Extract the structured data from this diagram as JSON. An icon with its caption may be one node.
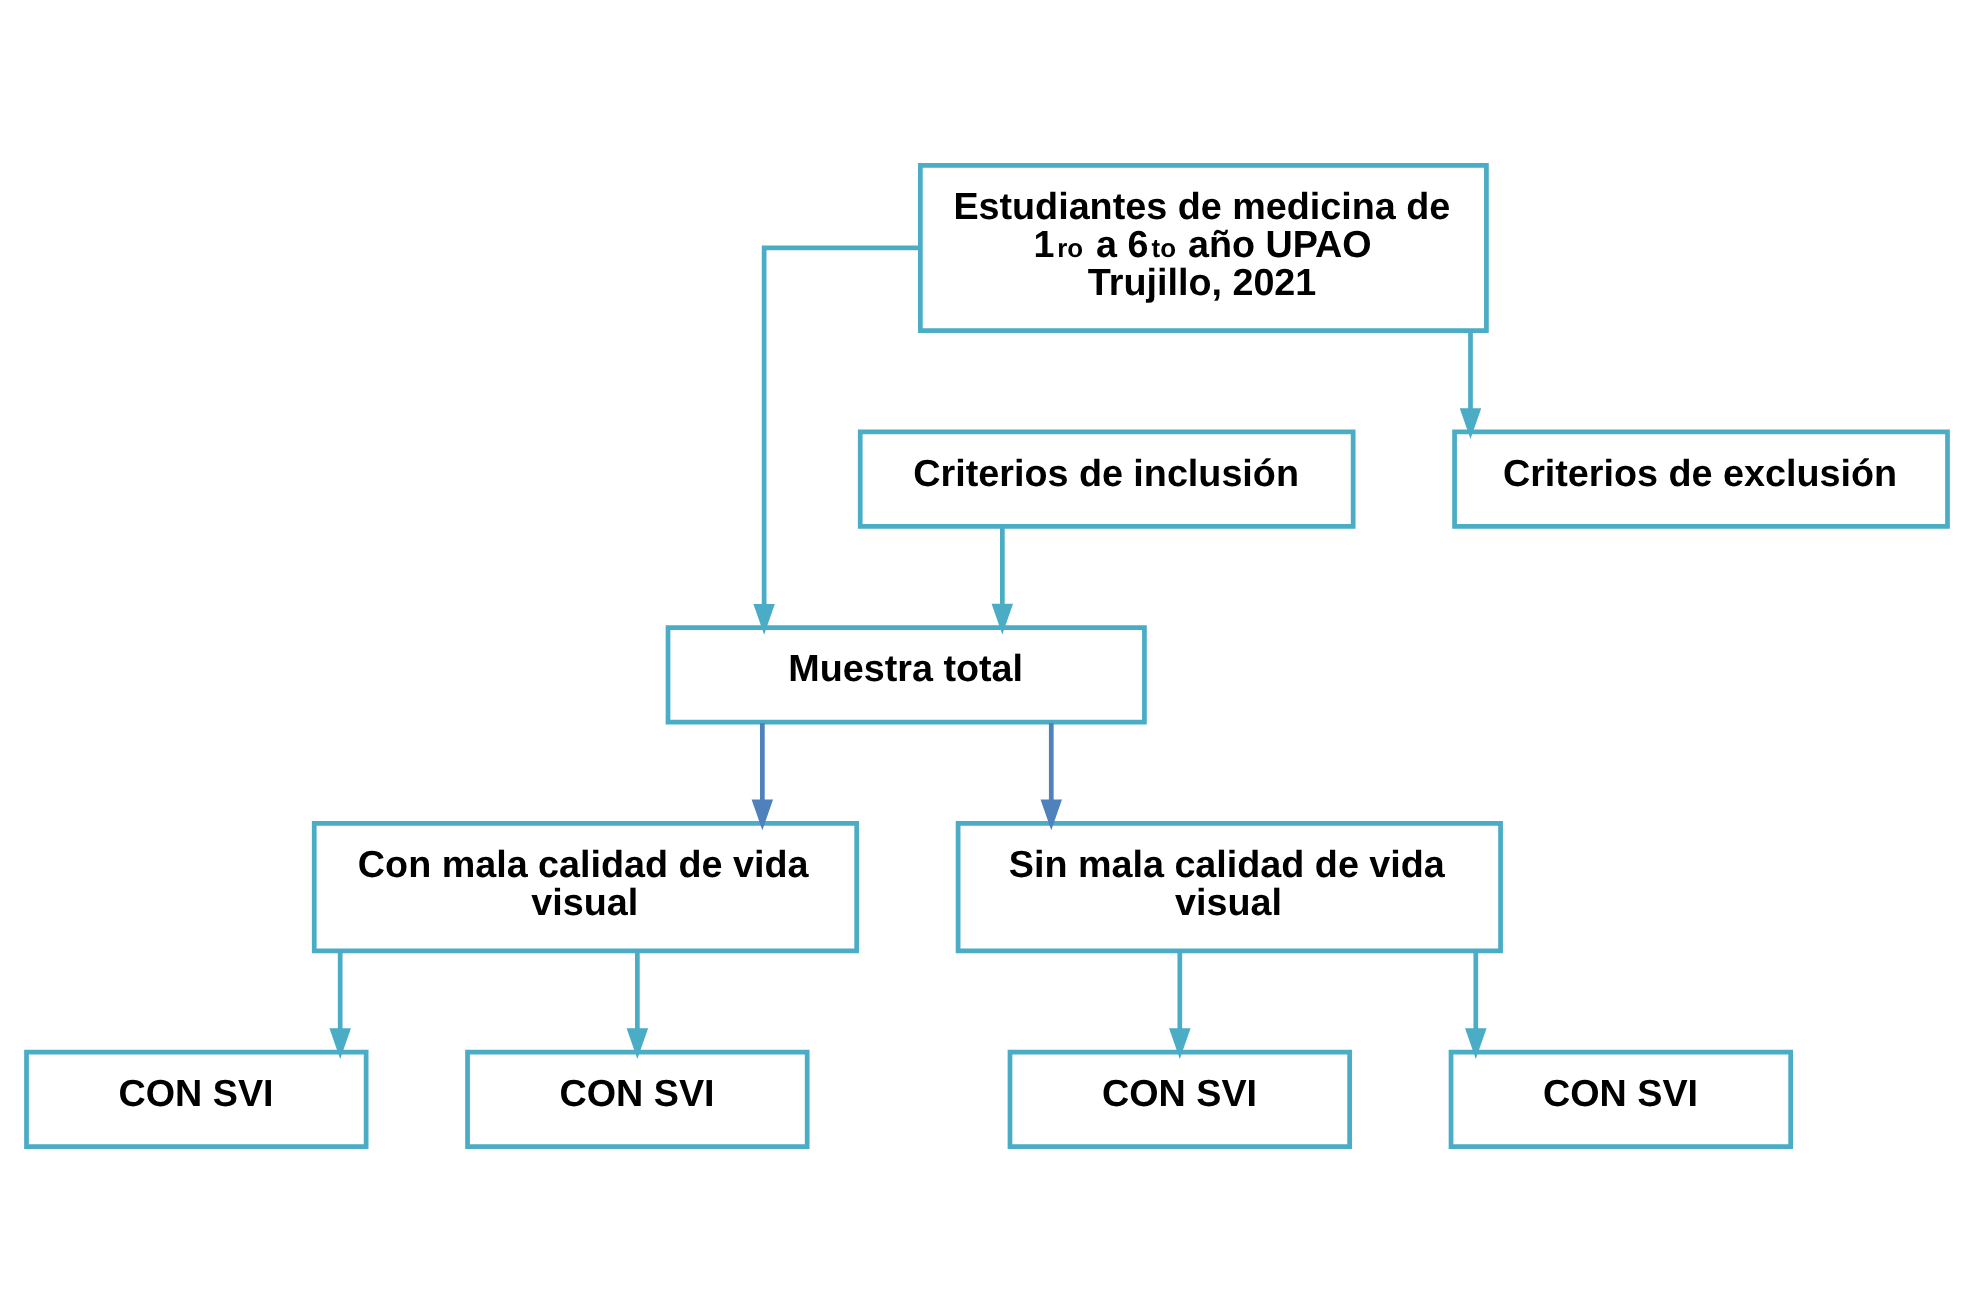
{
  "diagram": {
    "nodes": [
      {
        "text": [
          "Estudiantes de medicina de 1$^{ro}$ a 6$^{to}$ año UPAO Trujillo, 2021"
        ]
      },
      {
        "text": [
          "Criterios de inclusión"
        ]
      },
      {
        "text": [
          "Criterios de exclusión"
        ]
      },
      {
        "text": [
          "Muestra total"
        ]
      },
      {
        "text": [
          "Con mala calidad de vida visual"
        ]
      },
      {
        "text": [
          "Sin mala calidad de vida visual"
        ]
      },
      {
        "text": [
          "CON SVI"
        ]
      },
      {
        "text": [
          "CON SVI"
        ]
      },
      {
        "text": [
          "CON SVI"
        ]
      },
      {
        "text": [
          "CON SVI"
        ]
      }
    ],
    "edges": [
      {
        "from": 0,
        "to": 3,
        "arrow": "to"
      },
      {
        "from": 1,
        "to": 3,
        "arrow": "to"
      },
      {
        "from": 0,
        "to": 2,
        "arrow": "to"
      },
      {
        "from": 3,
        "to": 4,
        "arrow": "to",
        "color": "#4f81bd"
      },
      {
        "from": 3,
        "to": 5,
        "arrow": "to",
        "color": "#4f81bd"
      },
      {
        "from": 4,
        "to": 6,
        "arrow": "to"
      },
      {
        "from": 4,
        "to": 7,
        "arrow": "to"
      },
      {
        "from": 5,
        "to": 8,
        "arrow": "to"
      },
      {
        "from": 5,
        "to": 9,
        "arrow": "to"
      }
    ]
  }
}
